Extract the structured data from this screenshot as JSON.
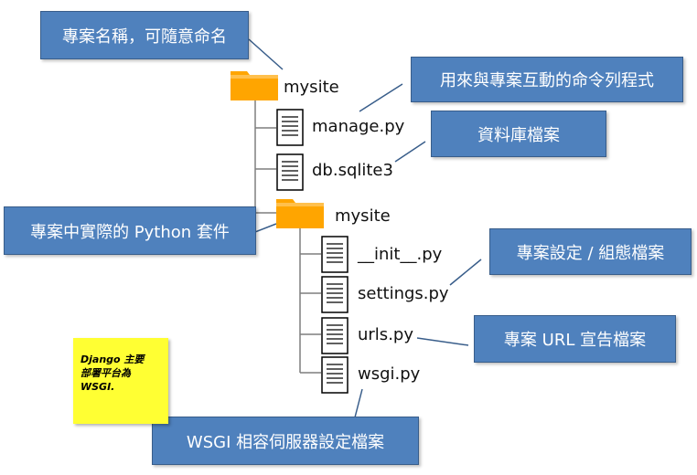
{
  "tree": {
    "root_folder": "mysite",
    "files": [
      "manage.py",
      "db.sqlite3"
    ],
    "package_folder": "mysite",
    "package_files": [
      "__init__.py",
      "settings.py",
      "urls.py",
      "wsgi.py"
    ]
  },
  "callouts": {
    "project_name": "專案名稱，可隨意命名",
    "manage_py": "用來與專案互動的命令列程式",
    "database": "資料庫檔案",
    "python_package": "專案中實際的 Python 套件",
    "settings": "專案設定 / 組態檔案",
    "urls": "專案 URL 宣告檔案",
    "wsgi": "WSGI 相容伺服器設定檔案"
  },
  "note": {
    "lines": [
      "Django 主要",
      "部署平台為",
      "WSGI."
    ]
  },
  "colors": {
    "callout_fill": "#4f81bd",
    "callout_border": "#385d8a",
    "folder": "#ffa500",
    "note": "#ffff33"
  }
}
